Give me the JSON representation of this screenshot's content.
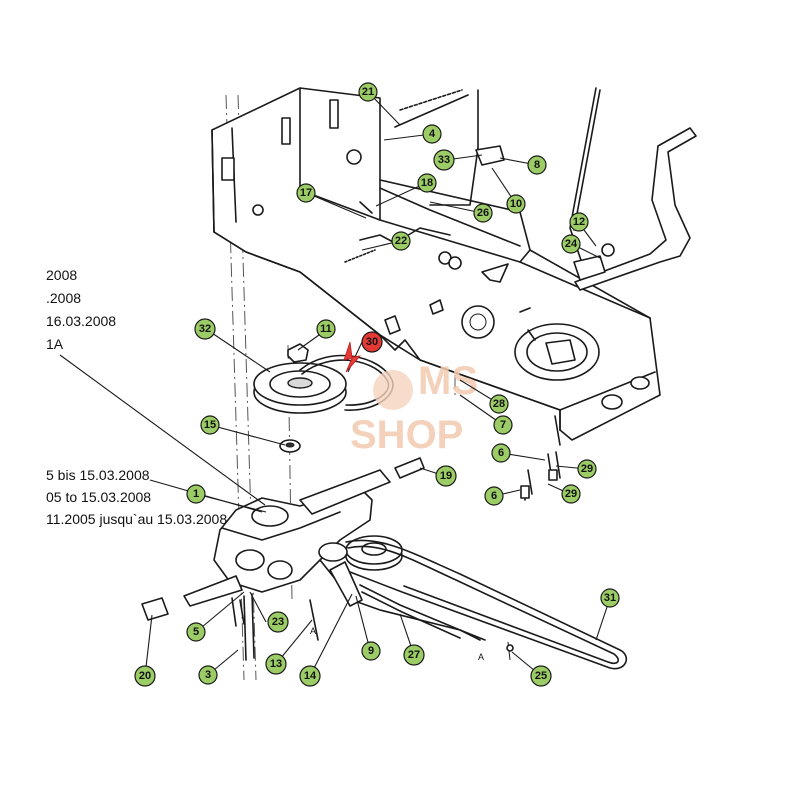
{
  "palette": {
    "callout_fill": "#9ccc65",
    "callout_highlight": "#e53935",
    "line": "#1a1a1a",
    "watermark": "#f3c9b0"
  },
  "notes": [
    "2008",
    ".2008",
    "16.03.2008",
    "1A",
    "5 bis 15.03.2008",
    "05 to 15.03.2008",
    "11.2005 jusqu`au 15.03.2008"
  ],
  "watermark": {
    "line1": "MS",
    "line2": "SHOP"
  },
  "callouts": [
    {
      "label": "21",
      "color": "green"
    },
    {
      "label": "4",
      "color": "green"
    },
    {
      "label": "33",
      "color": "green"
    },
    {
      "label": "8",
      "color": "green"
    },
    {
      "label": "10",
      "color": "green"
    },
    {
      "label": "26",
      "color": "green"
    },
    {
      "label": "18",
      "color": "green"
    },
    {
      "label": "17",
      "color": "green"
    },
    {
      "label": "22",
      "color": "green"
    },
    {
      "label": "12",
      "color": "green"
    },
    {
      "label": "24",
      "color": "green"
    },
    {
      "label": "32",
      "color": "green"
    },
    {
      "label": "11",
      "color": "green"
    },
    {
      "label": "30",
      "color": "red"
    },
    {
      "label": "15",
      "color": "green"
    },
    {
      "label": "28",
      "color": "green"
    },
    {
      "label": "7",
      "color": "green"
    },
    {
      "label": "6",
      "color": "green"
    },
    {
      "label": "29",
      "color": "green"
    },
    {
      "label": "6",
      "color": "green"
    },
    {
      "label": "29",
      "color": "green"
    },
    {
      "label": "19",
      "color": "green"
    },
    {
      "label": "1",
      "color": "green"
    },
    {
      "label": "31",
      "color": "green"
    },
    {
      "label": "5",
      "color": "green"
    },
    {
      "label": "23",
      "color": "green"
    },
    {
      "label": "13",
      "color": "green"
    },
    {
      "label": "14",
      "color": "green"
    },
    {
      "label": "9",
      "color": "green"
    },
    {
      "label": "27",
      "color": "green"
    },
    {
      "label": "25",
      "color": "green"
    },
    {
      "label": "20",
      "color": "green"
    },
    {
      "label": "3",
      "color": "green"
    }
  ],
  "small_marks": [
    "A",
    "A"
  ]
}
